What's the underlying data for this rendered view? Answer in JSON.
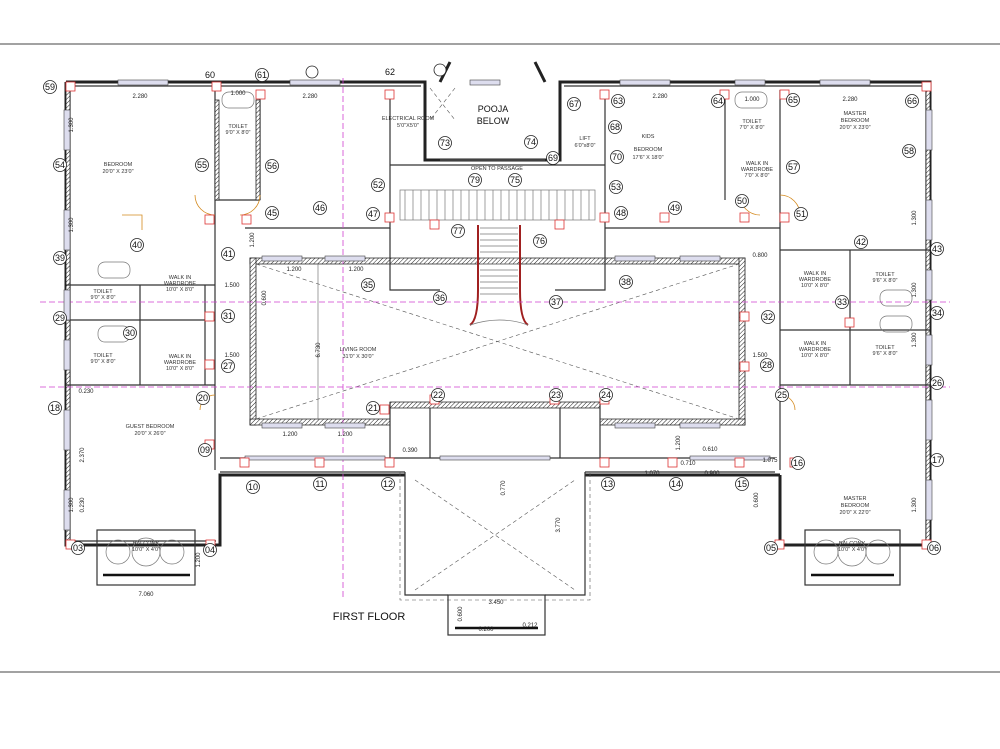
{
  "drawing": {
    "title": "FIRST FLOOR",
    "colors": {
      "axis_line": "#d040d0",
      "column": "#dd3333",
      "door": "#d48a1e",
      "wall": "#222222"
    }
  },
  "rooms": {
    "bedroom_left": {
      "name": "BEDROOM",
      "size": "20'0\" X 23'0\""
    },
    "toilet_top_left": {
      "name": "TOILET",
      "size": "9'0\" X 8'0\""
    },
    "electrical_room": {
      "name": "ELECTRICAL ROOM",
      "size": "5'0\"X5'0\""
    },
    "pooja": {
      "name": "POOJA",
      "sub": "BELOW"
    },
    "open_to_passage": "OPEN TO PASSAGE",
    "lift": {
      "name": "LIFT",
      "size": "6'0\"x8'0\""
    },
    "kids_bedroom": {
      "name": "KIDS",
      "name2": "BEDROOM",
      "size": "17'6\" X 18'0\""
    },
    "toilet_top_right": {
      "name": "TOILET",
      "size": "7'0\" X 8'0\""
    },
    "walkin_top_right": {
      "name": "WALK IN",
      "name2": "WARDROBE",
      "size": "7'0\" X 8'0\""
    },
    "master_bedroom_top": {
      "name": "MASTER",
      "name2": "BEDROOM",
      "size": "20'0\" X 23'0\""
    },
    "toilet_l1": {
      "name": "TOILET",
      "size": "9'0\" X 8'0\""
    },
    "wardrobe_l1": {
      "name": "WALK IN",
      "name2": "WARDROBE",
      "size": "10'0\" X 8'0\""
    },
    "toilet_l2": {
      "name": "TOILET",
      "size": "9'0\" X 8'0\""
    },
    "wardrobe_l2": {
      "name": "WALK IN",
      "name2": "WARDROBE",
      "size": "10'0\" X 8'0\""
    },
    "living": {
      "name": "LIVING ROOM",
      "size": "31'0\" X 30'0\""
    },
    "walkin_r1": {
      "name": "WALK IN",
      "name2": "WARDROBE",
      "size": "10'0\" X 8'0\""
    },
    "toilet_r1": {
      "name": "TOILET",
      "size": "9'6\" X 8'0\""
    },
    "walkin_r2": {
      "name": "WALK IN",
      "name2": "WARDROBE",
      "size": "10'0\" X 8'0\""
    },
    "toilet_r2": {
      "name": "TOILET",
      "size": "9'6\" X 8'0\""
    },
    "guest_bedroom": {
      "name": "GUEST BEDROOM",
      "size": "20'0\" X 26'0\""
    },
    "master_bedroom_bottom": {
      "name": "MASTER",
      "name2": "BEDROOM",
      "size": "20'0\" X 22'0\""
    },
    "balcony_left": {
      "name": "BALCONY",
      "size": "10'0\" X 4'0\""
    },
    "balcony_right": {
      "name": "BALCONY",
      "size": "10'0\" X 4'0\""
    }
  },
  "dimensions": [
    "2.280",
    "1.000",
    "2.280",
    "2.280",
    "1.000",
    "2.280",
    "1.300",
    "1.300",
    "1.500",
    "1.500",
    "1.200",
    "1.200",
    "1.200",
    "0.600",
    "6.730",
    "0.800",
    "1.500",
    "1.300",
    "0.390",
    "0.770",
    "3.770",
    "1.200",
    "1.200",
    "1.200",
    "0.610",
    "0.710",
    "1.070",
    "0.900",
    "1.075",
    "0.600",
    "0.230",
    "2.370",
    "0.230",
    "1.300",
    "7.060",
    "1.200",
    "3.450",
    "0.600",
    "0.200",
    "0.212",
    "1.300",
    "1.300",
    "1.300"
  ],
  "markers": [
    "59",
    "60",
    "61",
    "",
    "62",
    "",
    "73",
    "74",
    "67",
    "63",
    "64",
    "65",
    "66",
    "54",
    "55",
    "56",
    "52",
    "79",
    "75",
    "69",
    "68",
    "70",
    "57",
    "58",
    "53",
    "50",
    "51",
    "45",
    "46",
    "47",
    "77",
    "76",
    "48",
    "49",
    "40",
    "41",
    "42",
    "43",
    "39",
    "35",
    "36",
    "37",
    "38",
    "33",
    "34",
    "31",
    "30",
    "32",
    "29",
    "27",
    "28",
    "26",
    "25",
    "18",
    "20",
    "21",
    "22",
    "23",
    "24",
    "09",
    "10",
    "11",
    "12",
    "13",
    "14",
    "15",
    "16",
    "17",
    "03",
    "04",
    "05",
    "06"
  ]
}
